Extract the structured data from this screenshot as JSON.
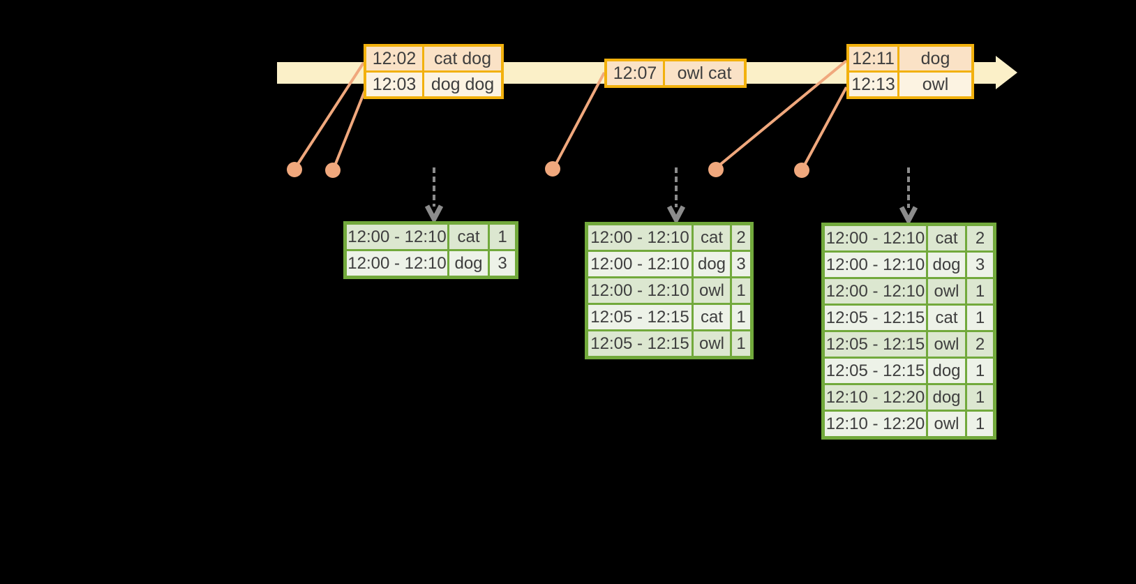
{
  "colors": {
    "background": "#000000",
    "timeline_fill": "#FBF0C8",
    "event_table_border": "#F2B10D",
    "event_row_fill_dark": "#FAE2C6",
    "event_row_fill_light": "#FCF3E2",
    "result_table_border": "#72A93C",
    "result_row_fill_dark": "#DCE7D0",
    "result_row_fill_light": "#EDF2E8",
    "connector": "#F0A87D",
    "trigger_arrow": "#8C8C8C",
    "text": "#3E3E3E"
  },
  "event_tables": [
    {
      "rows": [
        {
          "time": "12:02",
          "words": "cat dog"
        },
        {
          "time": "12:03",
          "words": "dog dog"
        }
      ]
    },
    {
      "rows": [
        {
          "time": "12:07",
          "words": "owl cat"
        }
      ]
    },
    {
      "rows": [
        {
          "time": "12:11",
          "words": "dog"
        },
        {
          "time": "12:13",
          "words": "owl"
        }
      ]
    }
  ],
  "result_tables": [
    {
      "rows": [
        {
          "window": "12:00 - 12:10",
          "word": "cat",
          "count": "1"
        },
        {
          "window": "12:00 - 12:10",
          "word": "dog",
          "count": "3"
        }
      ]
    },
    {
      "rows": [
        {
          "window": "12:00 - 12:10",
          "word": "cat",
          "count": "2"
        },
        {
          "window": "12:00 - 12:10",
          "word": "dog",
          "count": "3"
        },
        {
          "window": "12:00 - 12:10",
          "word": "owl",
          "count": "1"
        },
        {
          "window": "12:05 - 12:15",
          "word": "cat",
          "count": "1"
        },
        {
          "window": "12:05 - 12:15",
          "word": "owl",
          "count": "1"
        }
      ]
    },
    {
      "rows": [
        {
          "window": "12:00 - 12:10",
          "word": "cat",
          "count": "2"
        },
        {
          "window": "12:00 - 12:10",
          "word": "dog",
          "count": "3"
        },
        {
          "window": "12:00 - 12:10",
          "word": "owl",
          "count": "1"
        },
        {
          "window": "12:05 - 12:15",
          "word": "cat",
          "count": "1"
        },
        {
          "window": "12:05 - 12:15",
          "word": "owl",
          "count": "2"
        },
        {
          "window": "12:05 - 12:15",
          "word": "dog",
          "count": "1"
        },
        {
          "window": "12:10 - 12:20",
          "word": "dog",
          "count": "1"
        },
        {
          "window": "12:10 - 12:20",
          "word": "owl",
          "count": "1"
        }
      ]
    }
  ]
}
